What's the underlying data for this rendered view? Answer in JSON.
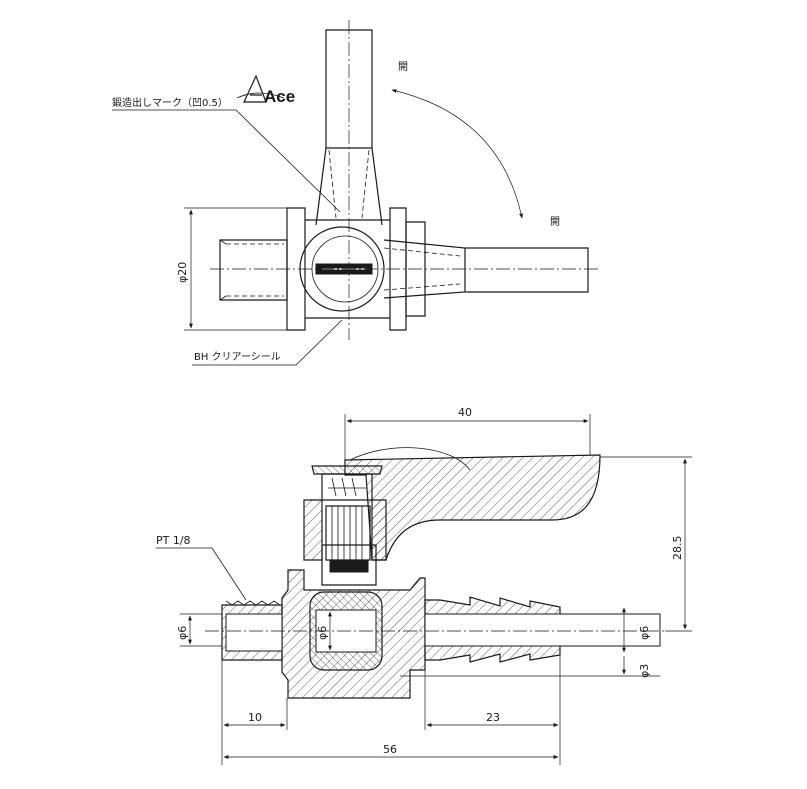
{
  "logo": {
    "brand": "Ace"
  },
  "top_view": {
    "label_open_top": "開",
    "label_open_right": "開",
    "callout_forging_mark": "鍛造出しマーク（凹0.5）",
    "callout_seal": "BH クリアーシール",
    "dim_body_diameter": "φ20"
  },
  "section_view": {
    "callout_thread": "PT 1/8",
    "dim_lever_length": "40",
    "dim_height": "28.5",
    "dim_bore_left": "φ6",
    "dim_ball_bore": "φ6",
    "dim_hose_outer": "φ6",
    "dim_hose_inner": "φ3",
    "dim_thread_length": "10",
    "dim_nozzle_length": "23",
    "dim_overall_length": "56"
  },
  "colors": {
    "line": "#1a1a1a",
    "background": "#ffffff"
  }
}
